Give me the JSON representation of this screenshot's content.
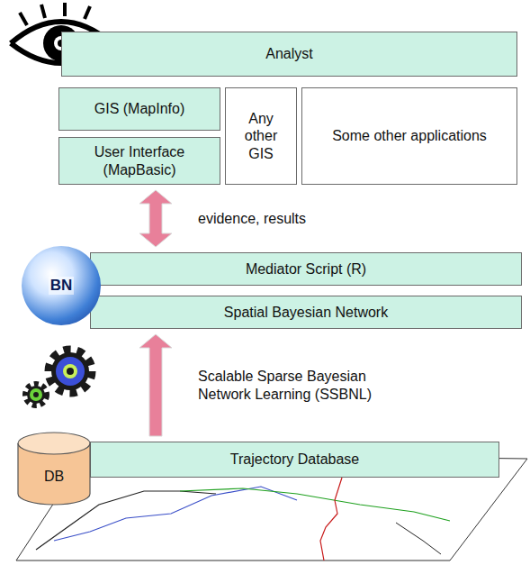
{
  "diagram": {
    "nodes": [
      {
        "text": [
          "Analyst"
        ]
      },
      {
        "text": [
          "GIS (MapInfo)"
        ]
      },
      {
        "text": [
          "User Interface (MapBasic)"
        ]
      },
      {
        "text": [
          "Any other GIS"
        ]
      },
      {
        "text": [
          "Some other applications"
        ]
      },
      {
        "text": [
          "BN"
        ]
      },
      {
        "text": [
          "Mediator Script (R)"
        ]
      },
      {
        "text": [
          "Spatial Bayesian Network"
        ]
      },
      {
        "text": [
          "DB"
        ]
      },
      {
        "text": [
          "Trajectory Database"
        ]
      }
    ],
    "edges": [
      {
        "from": 2,
        "to": 6,
        "arrow": "both",
        "label": "evidence, results"
      },
      {
        "from": 9,
        "to": 7,
        "arrow": "to",
        "label": "Scalable Sparse Bayesian Network Learning (SSBNL)"
      }
    ]
  }
}
